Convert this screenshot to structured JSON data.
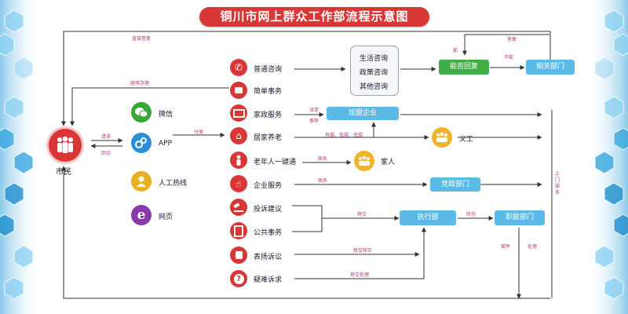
{
  "title": "铜川市网上群众工作部流程示意图",
  "citizen": {
    "label": "市民"
  },
  "channels": [
    {
      "label": "微信",
      "icon": "wechat-icon",
      "color": "#3aa63a"
    },
    {
      "label": "APP",
      "icon": "app-gears-icon",
      "color": "#2a8fd6"
    },
    {
      "label": "人工热线",
      "icon": "operator-icon",
      "color": "#e8b020"
    },
    {
      "label": "网页",
      "icon": "web-e-icon",
      "color": "#8a3aa8"
    }
  ],
  "services": [
    {
      "label": "普通咨询",
      "icon": "phone-icon"
    },
    {
      "label": "简单事务",
      "icon": "briefcase-icon"
    },
    {
      "label": "家政服务",
      "icon": "toolbox-icon"
    },
    {
      "label": "居家养老",
      "icon": "house-icon"
    },
    {
      "label": "老年人一键通",
      "icon": "elder-person-icon"
    },
    {
      "label": "企业服务",
      "icon": "hand-pointer-icon"
    },
    {
      "label": "投诉建议",
      "icon": "gavel-icon"
    },
    {
      "label": "公共事务",
      "icon": "clipboard-icon"
    },
    {
      "label": "表扬诉讼",
      "icon": "fist-icon"
    },
    {
      "label": "疑难诉求",
      "icon": "question-icon"
    }
  ],
  "consult_box": {
    "items": [
      "生活咨询",
      "政策咨询",
      "其他咨询"
    ]
  },
  "boxes": {
    "can_reply": "能否回复",
    "related_dept": "相关部门",
    "franchise": "加盟企业",
    "party_dept": "党政部门",
    "executive": "执行部",
    "functional": "职能部门"
  },
  "nodes": {
    "volunteer": "义工",
    "family": "家人"
  },
  "edge_labels": {
    "direct_reply": "直接答复",
    "reply": "答复",
    "can": "能",
    "cannot": "不能",
    "agent_handle": "座席办理",
    "request": "请求",
    "callback": "回访",
    "classify": "分类",
    "dispatch": "派单",
    "recommend": "推荐",
    "care_types": "有偿、低偿、无偿",
    "contact1": "联系",
    "contact2": "联系",
    "transfer": "移交",
    "transfer_verify": "移交核实",
    "transfer_handle": "移交处理",
    "forward": "转办",
    "doorstep": "上门服务",
    "case": "案件",
    "handle": "处理"
  },
  "colors": {
    "title_red": "#d93636",
    "service_red": "#d93636",
    "box_blue": "#5bbbe6",
    "box_green": "#3fae49",
    "node_yellow": "#f0b32a"
  }
}
